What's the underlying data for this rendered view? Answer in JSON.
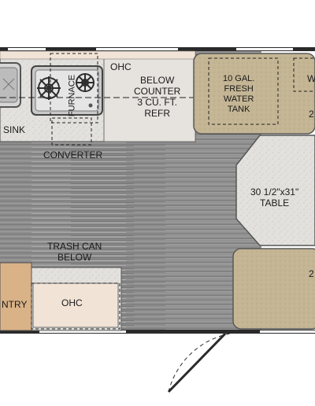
{
  "plan": {
    "ohc_top": "OHC",
    "below_counter": "BELOW\nCOUNTER\n3 CU. FT.\nREFR",
    "sink": "SINK",
    "furnace": "FURNACE",
    "converter": "CONVERTER",
    "fresh_water_tank": "10 GAL.\nFRESH\nWATER\nTANK",
    "top_right_partial": "W",
    "dinette_top_dim": "2",
    "table": "30 1/2\"x31\"\nTABLE",
    "trash_can": "TRASH CAN\nBELOW",
    "pantry": "NTRY",
    "ohc_bottom": "OHC",
    "dinette_bottom_dim": "2"
  },
  "colors": {
    "floor": "#8e8e8e",
    "countertop": "#e2e0dc",
    "cushion": "#c7b899",
    "cabinet_wood": "#d9b287",
    "cabinet_light": "#f1e4d6",
    "wall": "#2a2a2a"
  },
  "icons": [
    "sink-icon",
    "stove-burner-icon",
    "door-swing-icon"
  ]
}
